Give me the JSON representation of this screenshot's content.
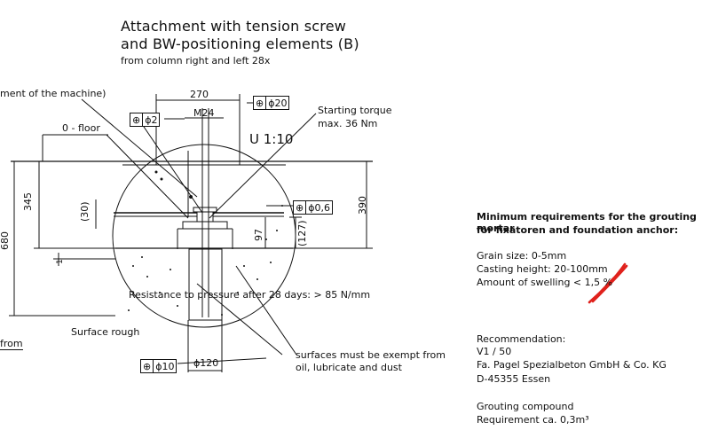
{
  "title": {
    "line1": "Attachment with tension screw",
    "line2": "and BW-positioning elements (B)",
    "subtitle": "from column right and left  28x"
  },
  "drawing": {
    "machine_label": "ment of the machine)",
    "floor_label": "0 - floor",
    "scale": "U 1:10",
    "starting_torque_line1": "Starting torque",
    "starting_torque_line2": "max. 36 Nm",
    "resistance": "Resistance to pressure after 28 days: > 85 N/mm",
    "surface_rough": "Surface rough",
    "surfaces_line1": "surfaces must be exempt from",
    "surfaces_line2": "oil, lubricate and dust",
    "from_label": "from",
    "dims": {
      "d270": "270",
      "m24": "M24",
      "d345": "345",
      "d30": "(30)",
      "d680": "680",
      "d97": "97",
      "d127": "(127)",
      "d390": "390",
      "d120": "ϕ120",
      "d1": "1"
    },
    "tolerances": {
      "t1_symbol": "⊕",
      "t1_value": "ϕ2",
      "t2_symbol": "⊕",
      "t2_value": "ϕ20",
      "t3_symbol": "⊕",
      "t3_value": "ϕ0,6",
      "t4_symbol": "⊕",
      "t4_value": "ϕ10"
    }
  },
  "requirements": {
    "heading_line1": "Minimum requirements for the grouting mortar",
    "heading_line2": "for fixatoren and foundation anchor:",
    "grain": "Grain size: 0-5mm",
    "casting": "Casting height: 20-100mm",
    "swelling": "Amount of swelling < 1,5  %",
    "recommendation_label": "Recommendation:",
    "product": "V1 / 50",
    "company": "Fa. Pagel Spezialbeton GmbH & Co. KG",
    "city": "D-45355 Essen",
    "grouting": "Grouting compound",
    "requirement": "Requirement ca. 0,3m³"
  },
  "colors": {
    "ink": "#111111",
    "annotation": "#e0211c"
  }
}
